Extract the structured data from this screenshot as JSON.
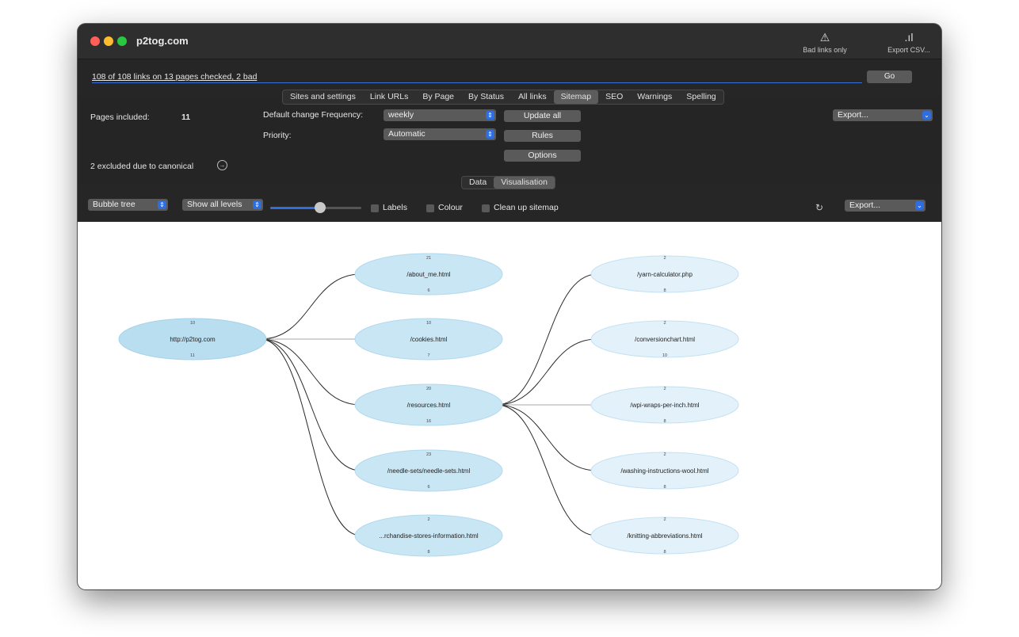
{
  "window": {
    "title": "p2tog.com",
    "toolbar": {
      "bad_links_label": "Bad links only",
      "export_csv_label": "Export CSV...",
      "bad_links_icon": "warning-icon",
      "export_csv_icon": "bar-chart-icon"
    }
  },
  "status": {
    "text": "108 of 108 links on 13 pages checked, 2 bad",
    "go_label": "Go"
  },
  "tabs": [
    "Sites and settings",
    "Link URLs",
    "By Page",
    "By Status",
    "All links",
    "Sitemap",
    "SEO",
    "Warnings",
    "Spelling"
  ],
  "selected_tab": "Sitemap",
  "sitemap": {
    "pages_included_label": "Pages included:",
    "pages_included_value": "11",
    "default_change_frequency_label": "Default change Frequency:",
    "default_change_frequency_value": "weekly",
    "priority_label": "Priority:",
    "priority_value": "Automatic",
    "update_all_label": "Update all",
    "rules_label": "Rules",
    "options_label": "Options",
    "export_label": "Export...",
    "excluded_text": "2 excluded due to canonical"
  },
  "subtabs": [
    "Data",
    "Visualisation"
  ],
  "selected_subtab": "Visualisation",
  "visualisation": {
    "style_value": "Bubble tree",
    "levels_value": "Show all levels",
    "slider_level": 0.55,
    "labels_label": "Labels",
    "colour_label": "Colour",
    "cleanup_label": "Clean up sitemap",
    "export_label": "Export..."
  },
  "tree": {
    "nodes": [
      {
        "id": "root",
        "label": "http://p2tog.com",
        "top": "10",
        "bottom": "11"
      },
      {
        "id": "about",
        "label": "/about_me.html",
        "top": "21",
        "bottom": "6"
      },
      {
        "id": "cookies",
        "label": "/cookies.html",
        "top": "10",
        "bottom": "7"
      },
      {
        "id": "resources",
        "label": "/resources.html",
        "top": "20",
        "bottom": "16"
      },
      {
        "id": "needle",
        "label": "/needle-sets/needle-sets.html",
        "top": "23",
        "bottom": "6"
      },
      {
        "id": "merch",
        "label": "...rchandise-stores-information.html",
        "top": "2",
        "bottom": "8"
      },
      {
        "id": "yarn",
        "label": "/yarn-calculator.php",
        "top": "2",
        "bottom": "8"
      },
      {
        "id": "conversion",
        "label": "/conversionchart.html",
        "top": "2",
        "bottom": "10"
      },
      {
        "id": "wpi",
        "label": "/wpi-wraps-per-inch.html",
        "top": "2",
        "bottom": "8"
      },
      {
        "id": "washing",
        "label": "/washing-instructions-wool.html",
        "top": "2",
        "bottom": "8"
      },
      {
        "id": "knitting",
        "label": "/knitting-abbreviations.html",
        "top": "2",
        "bottom": "8"
      }
    ]
  },
  "colors": {
    "accent": "#2e6ee0",
    "bubble_root": "#b9def0",
    "bubble_level1": "#c9e6f4",
    "bubble_level2": "#e3f2fa",
    "edge": "#2a2a2a"
  }
}
